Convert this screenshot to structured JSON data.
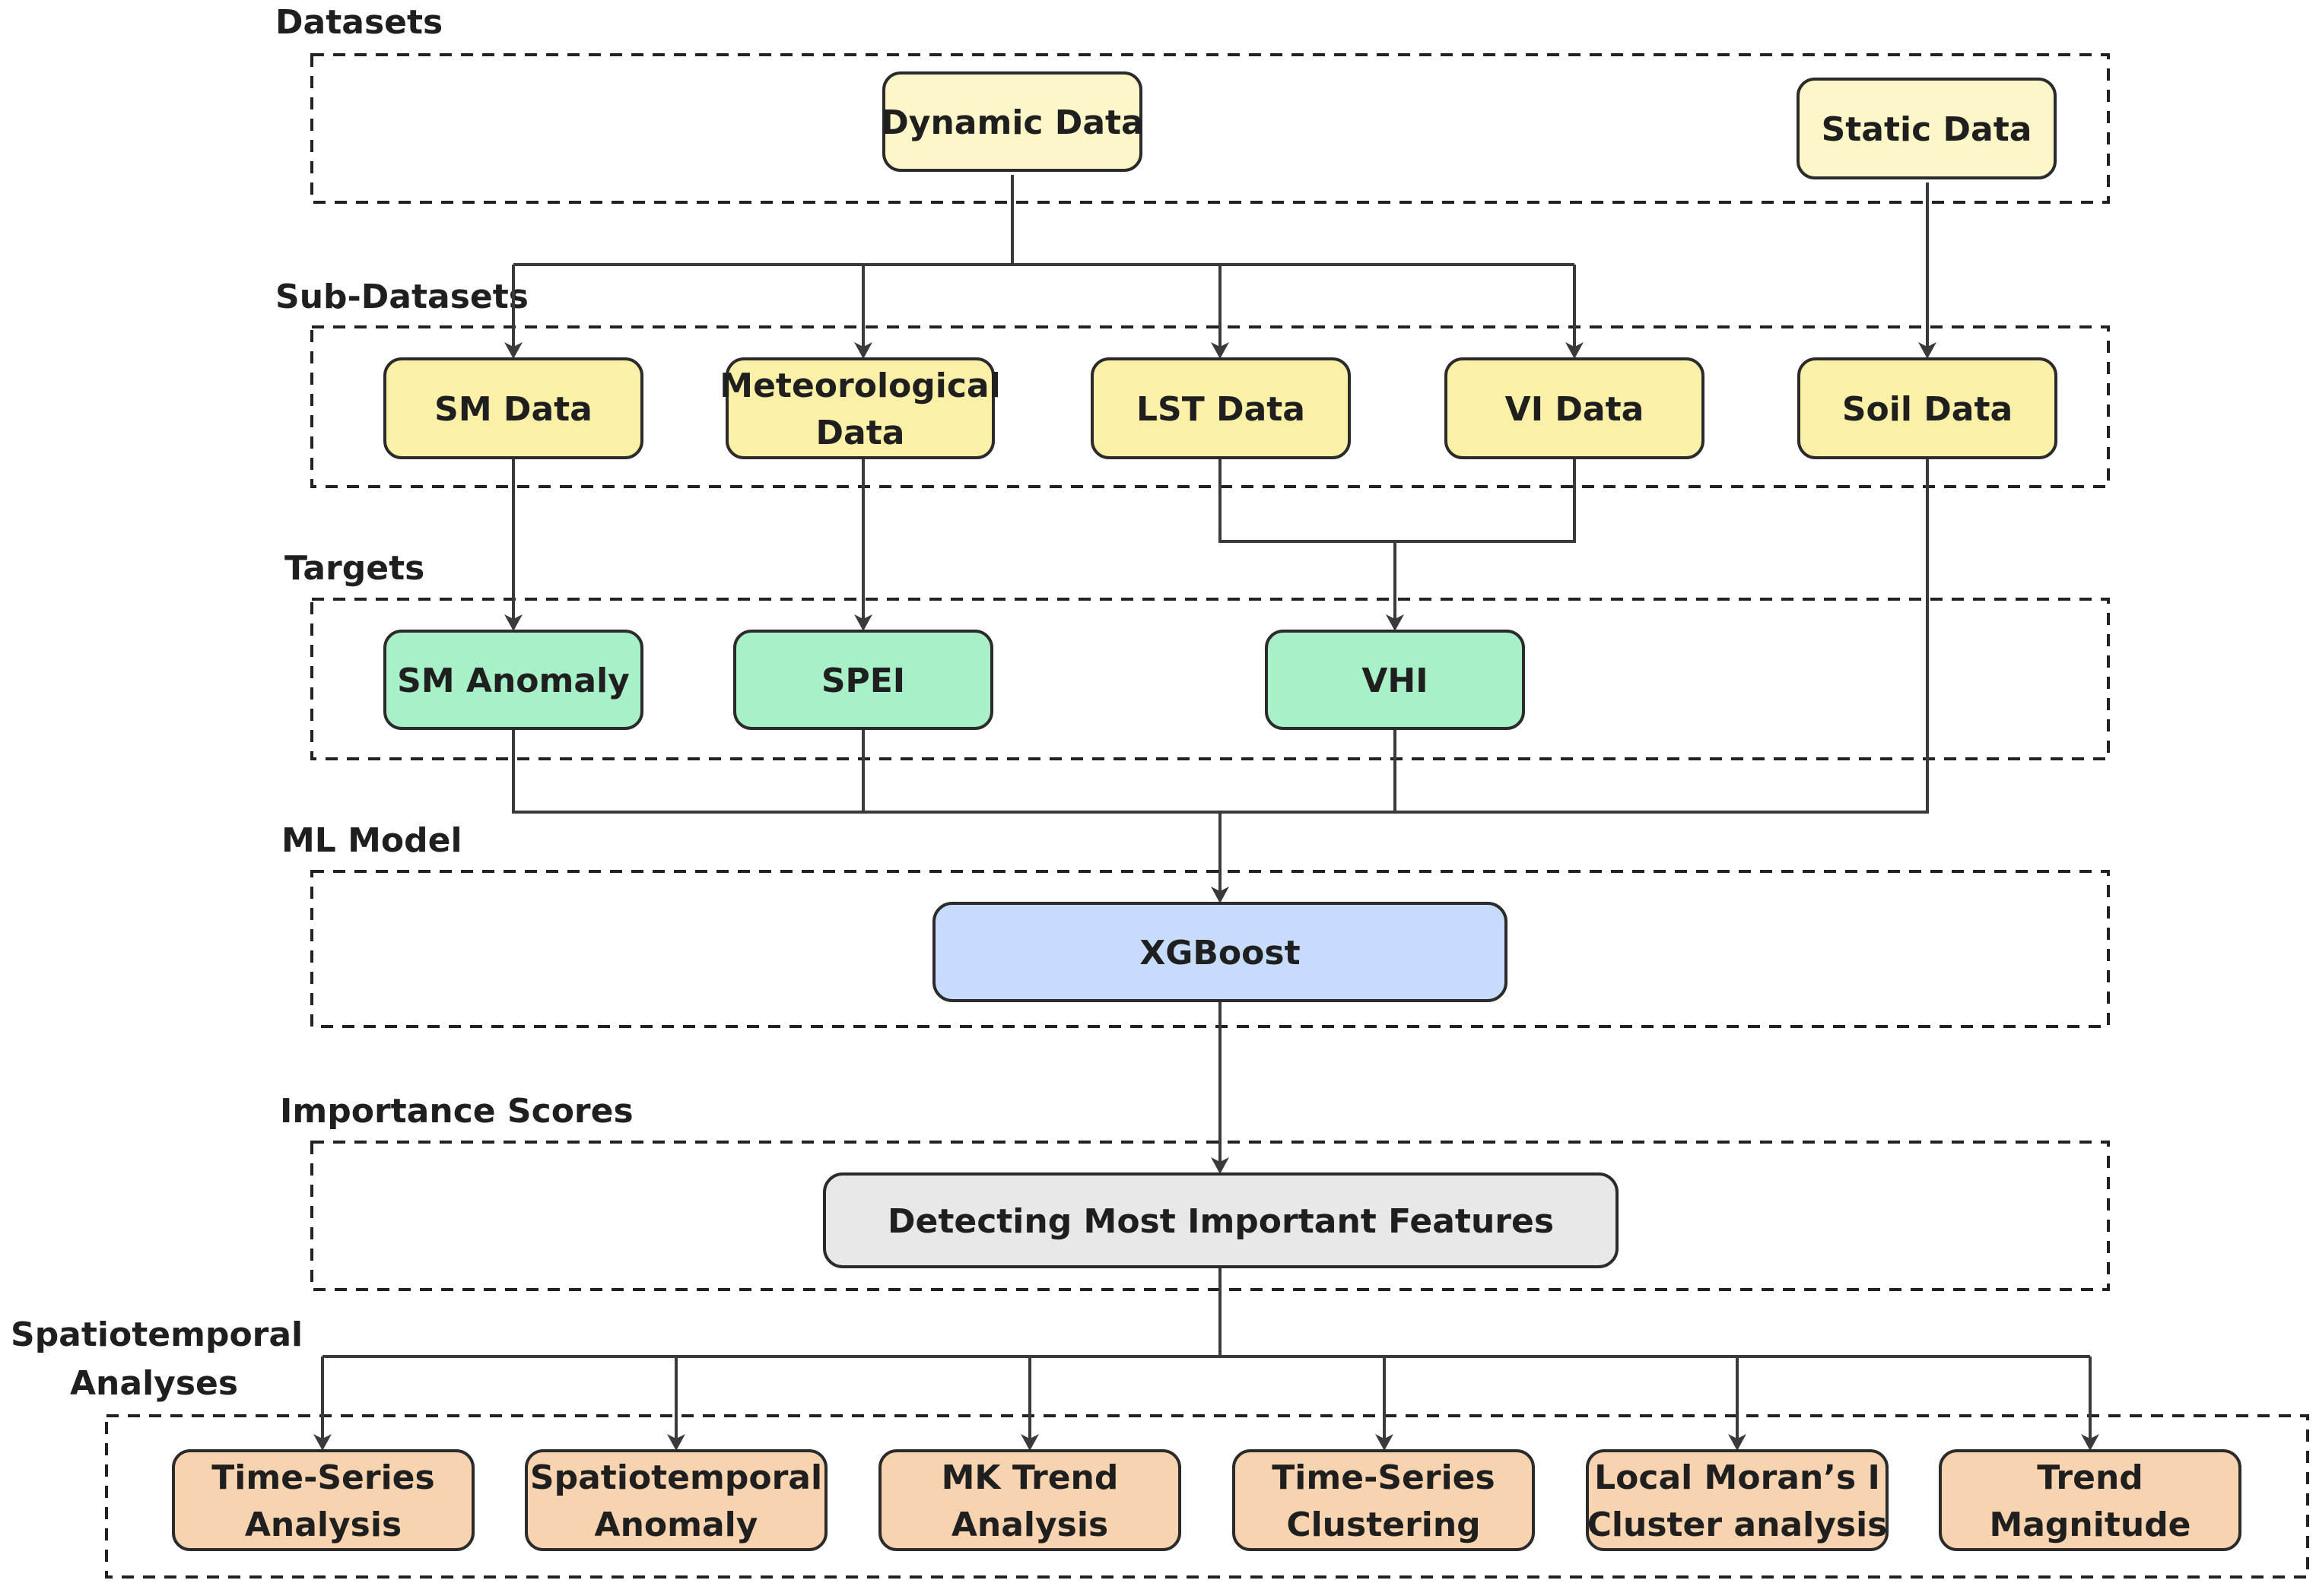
{
  "stages": {
    "datasets": "Datasets",
    "sub_datasets": "Sub-Datasets",
    "targets": "Targets",
    "ml_model": "ML Model",
    "importance_scores": "Importance Scores",
    "spatiotemporal_line1": "Spatiotemporal",
    "spatiotemporal_line2": "Analyses"
  },
  "nodes": {
    "dynamic_data": "Dynamic Data",
    "static_data": "Static Data",
    "sm_data": "SM Data",
    "meteorological_data_line1": "Meteorological",
    "meteorological_data_line2": "Data",
    "lst_data": "LST Data",
    "vi_data": "VI Data",
    "soil_data": "Soil Data",
    "sm_anomaly": "SM Anomaly",
    "spei": "SPEI",
    "vhi": "VHI",
    "xgboost": "XGBoost",
    "detecting_features": "Detecting Most Important Features",
    "time_series_analysis_line1": "Time-Series",
    "time_series_analysis_line2": "Analysis",
    "spatiotemporal_anomaly_line1": "Spatiotemporal",
    "spatiotemporal_anomaly_line2": "Anomaly",
    "mk_trend_line1": "MK Trend",
    "mk_trend_line2": "Analysis",
    "time_series_clustering_line1": "Time-Series",
    "time_series_clustering_line2": "Clustering",
    "local_morans_line1": "Local Moran’s I",
    "local_morans_line2": "Cluster analysis",
    "trend_magnitude_line1": "Trend",
    "trend_magnitude_line2": "Magnitude"
  },
  "colors": {
    "dataset_fill": "#fdf6c9",
    "subdataset_fill": "#fbf0a8",
    "target_fill": "#a8f0c8",
    "model_fill": "#c7dcfd",
    "importance_fill": "#e8e8e8",
    "analysis_fill": "#f8d3b0"
  }
}
